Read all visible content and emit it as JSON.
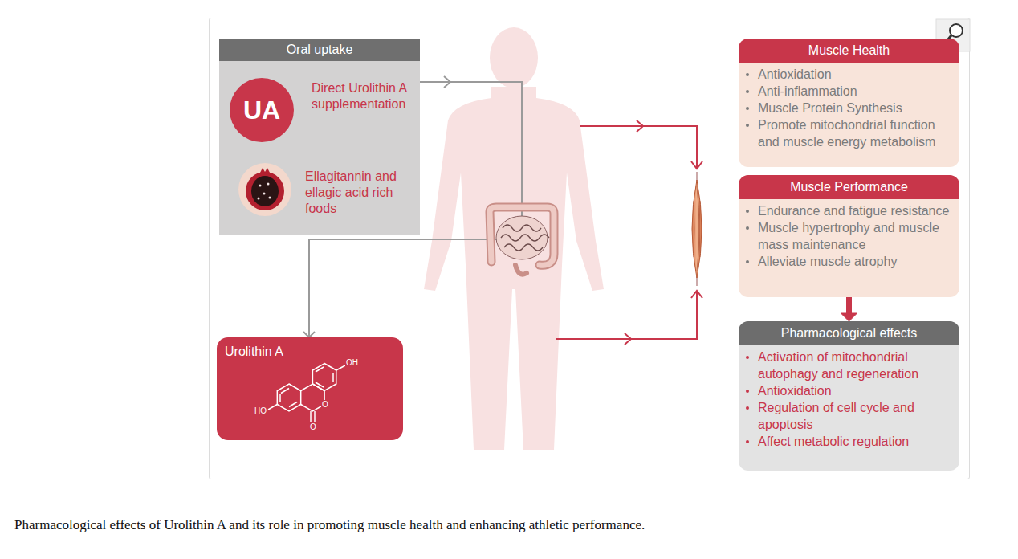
{
  "diagram": {
    "caption": "Pharmacological effects of Urolithin A and its role in promoting muscle health and enhancing athletic performance.",
    "nodes": [
      {
        "text": [
          "Oral uptake"
        ]
      },
      {
        "text": [
          "UA"
        ],
        "in": 0
      },
      {
        "text": [
          "Urolithin A"
        ]
      },
      {
        "text": [
          "Muscle Health",
          "Antioxidation",
          "Anti-inflammation",
          "Muscle Protein Synthesis",
          "Promote mitochondrial function and muscle energy metabolism"
        ]
      },
      {
        "text": [
          "Muscle Performance",
          "Endurance and fatigue resistance",
          "Muscle hypertrophy and muscle mass maintenance",
          "Alleviate muscle atrophy"
        ]
      },
      {
        "text": [
          "Pharmacological effects",
          "Activation of mitochondrial autophagy and regeneration",
          "Antioxidation",
          "Regulation of cell cycle and apoptosis",
          "Affect metabolic regulation"
        ]
      }
    ],
    "edges": [
      {
        "from": 0,
        "to": 2,
        "arrow": "to"
      },
      {
        "from": 4,
        "to": 5,
        "arrow": "to"
      }
    ],
    "labels": [
      "Direct Urolithin A supplementation",
      "Ellagitannin and ellagic acid rich foods",
      "OH",
      "HO",
      "O",
      "O"
    ]
  }
}
